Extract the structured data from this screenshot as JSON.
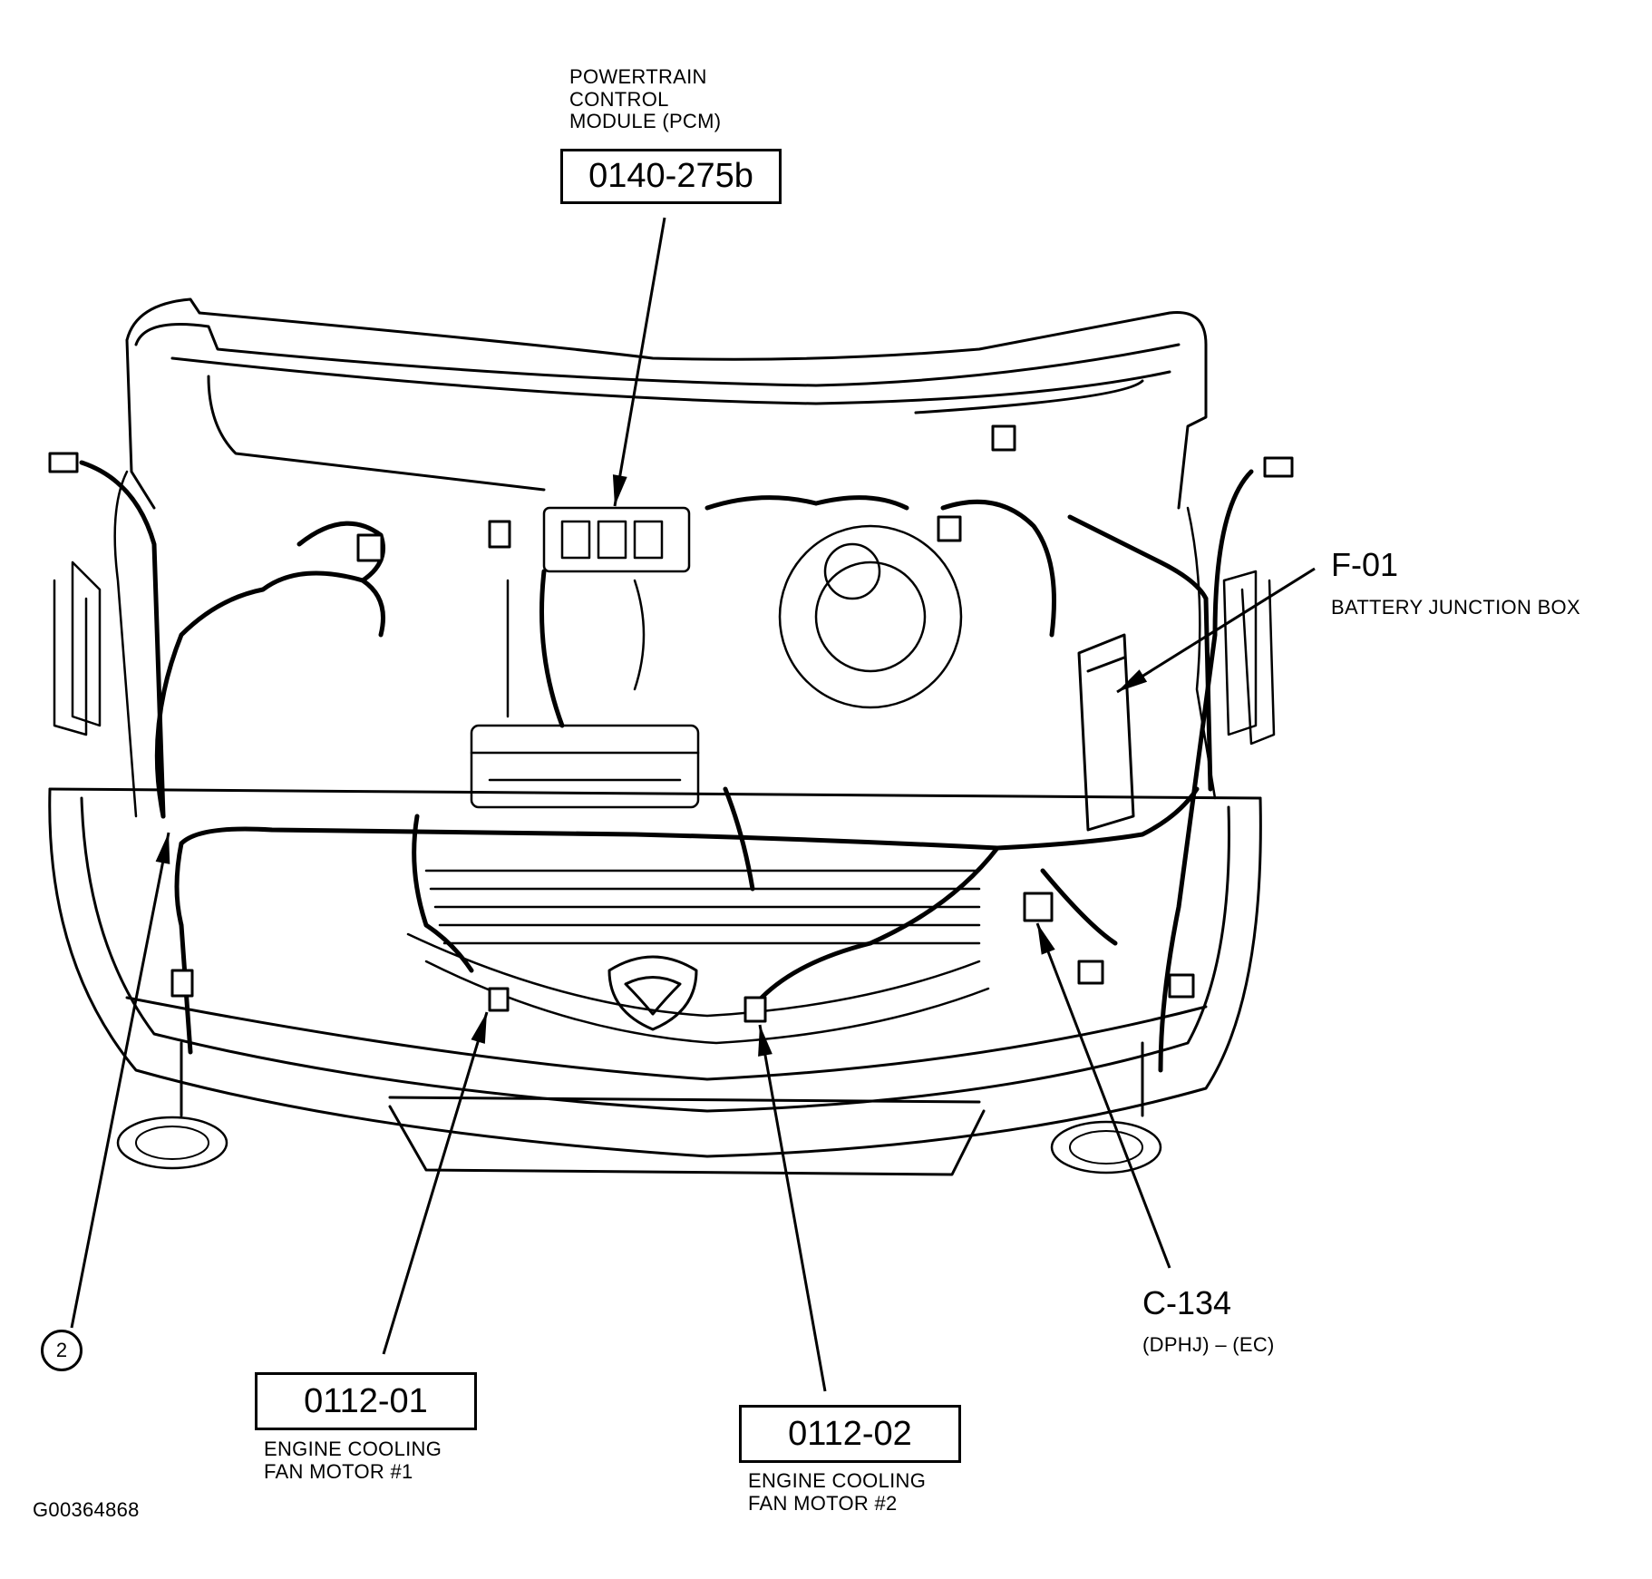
{
  "callouts": {
    "pcm": {
      "name_lines": [
        "POWERTRAIN",
        "CONTROL",
        "MODULE (PCM)"
      ],
      "code": "0140-275b"
    },
    "battery_junction_box": {
      "code": "F-01",
      "name": "BATTERY JUNCTION BOX"
    },
    "c134": {
      "code": "C-134",
      "note": "(DPHJ) – (EC)"
    },
    "fan_motor_1": {
      "code": "0112-01",
      "name_lines": [
        "ENGINE COOLING",
        "FAN MOTOR #1"
      ]
    },
    "fan_motor_2": {
      "code": "0112-02",
      "name_lines": [
        "ENGINE COOLING",
        "FAN MOTOR #2"
      ]
    },
    "ref_marker": "2"
  },
  "figure_id": "G00364868",
  "colors": {
    "ink": "#000000",
    "paper": "#ffffff"
  }
}
